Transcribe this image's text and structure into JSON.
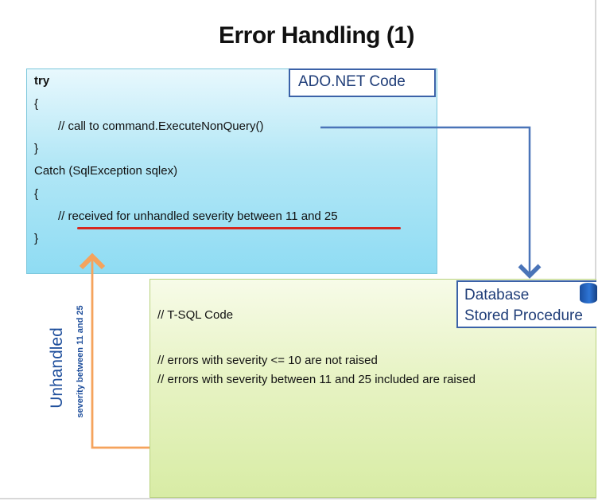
{
  "title": "Error Handling (1)",
  "ado": {
    "label": "ADO.NET Code",
    "lines": [
      "try",
      "{",
      "// call to command.ExecuteNonQuery()",
      "}",
      "Catch (SqlException sqlex)",
      "{",
      "// received for unhandled severity between 11 and 25",
      "}"
    ]
  },
  "database": {
    "label_line1": "Database",
    "label_line2": "Stored Procedure",
    "icon": "database-cylinder-icon"
  },
  "tsql": {
    "heading": "// T-SQL Code",
    "lines": [
      "// errors with severity <= 10 are not raised",
      "// errors with severity between 11 and 25 included are raised"
    ]
  },
  "unhandled": {
    "label": "Unhandled",
    "sublabel": "severity between 11 and 25"
  },
  "colors": {
    "ado_fill": "#a8e3f5",
    "tsql_fill": "#e2f0b8",
    "call_arrow": "#4a74b8",
    "return_arrow": "#f5a35c",
    "highlight_underline": "#d7261e",
    "label_text": "#1f3d78"
  }
}
